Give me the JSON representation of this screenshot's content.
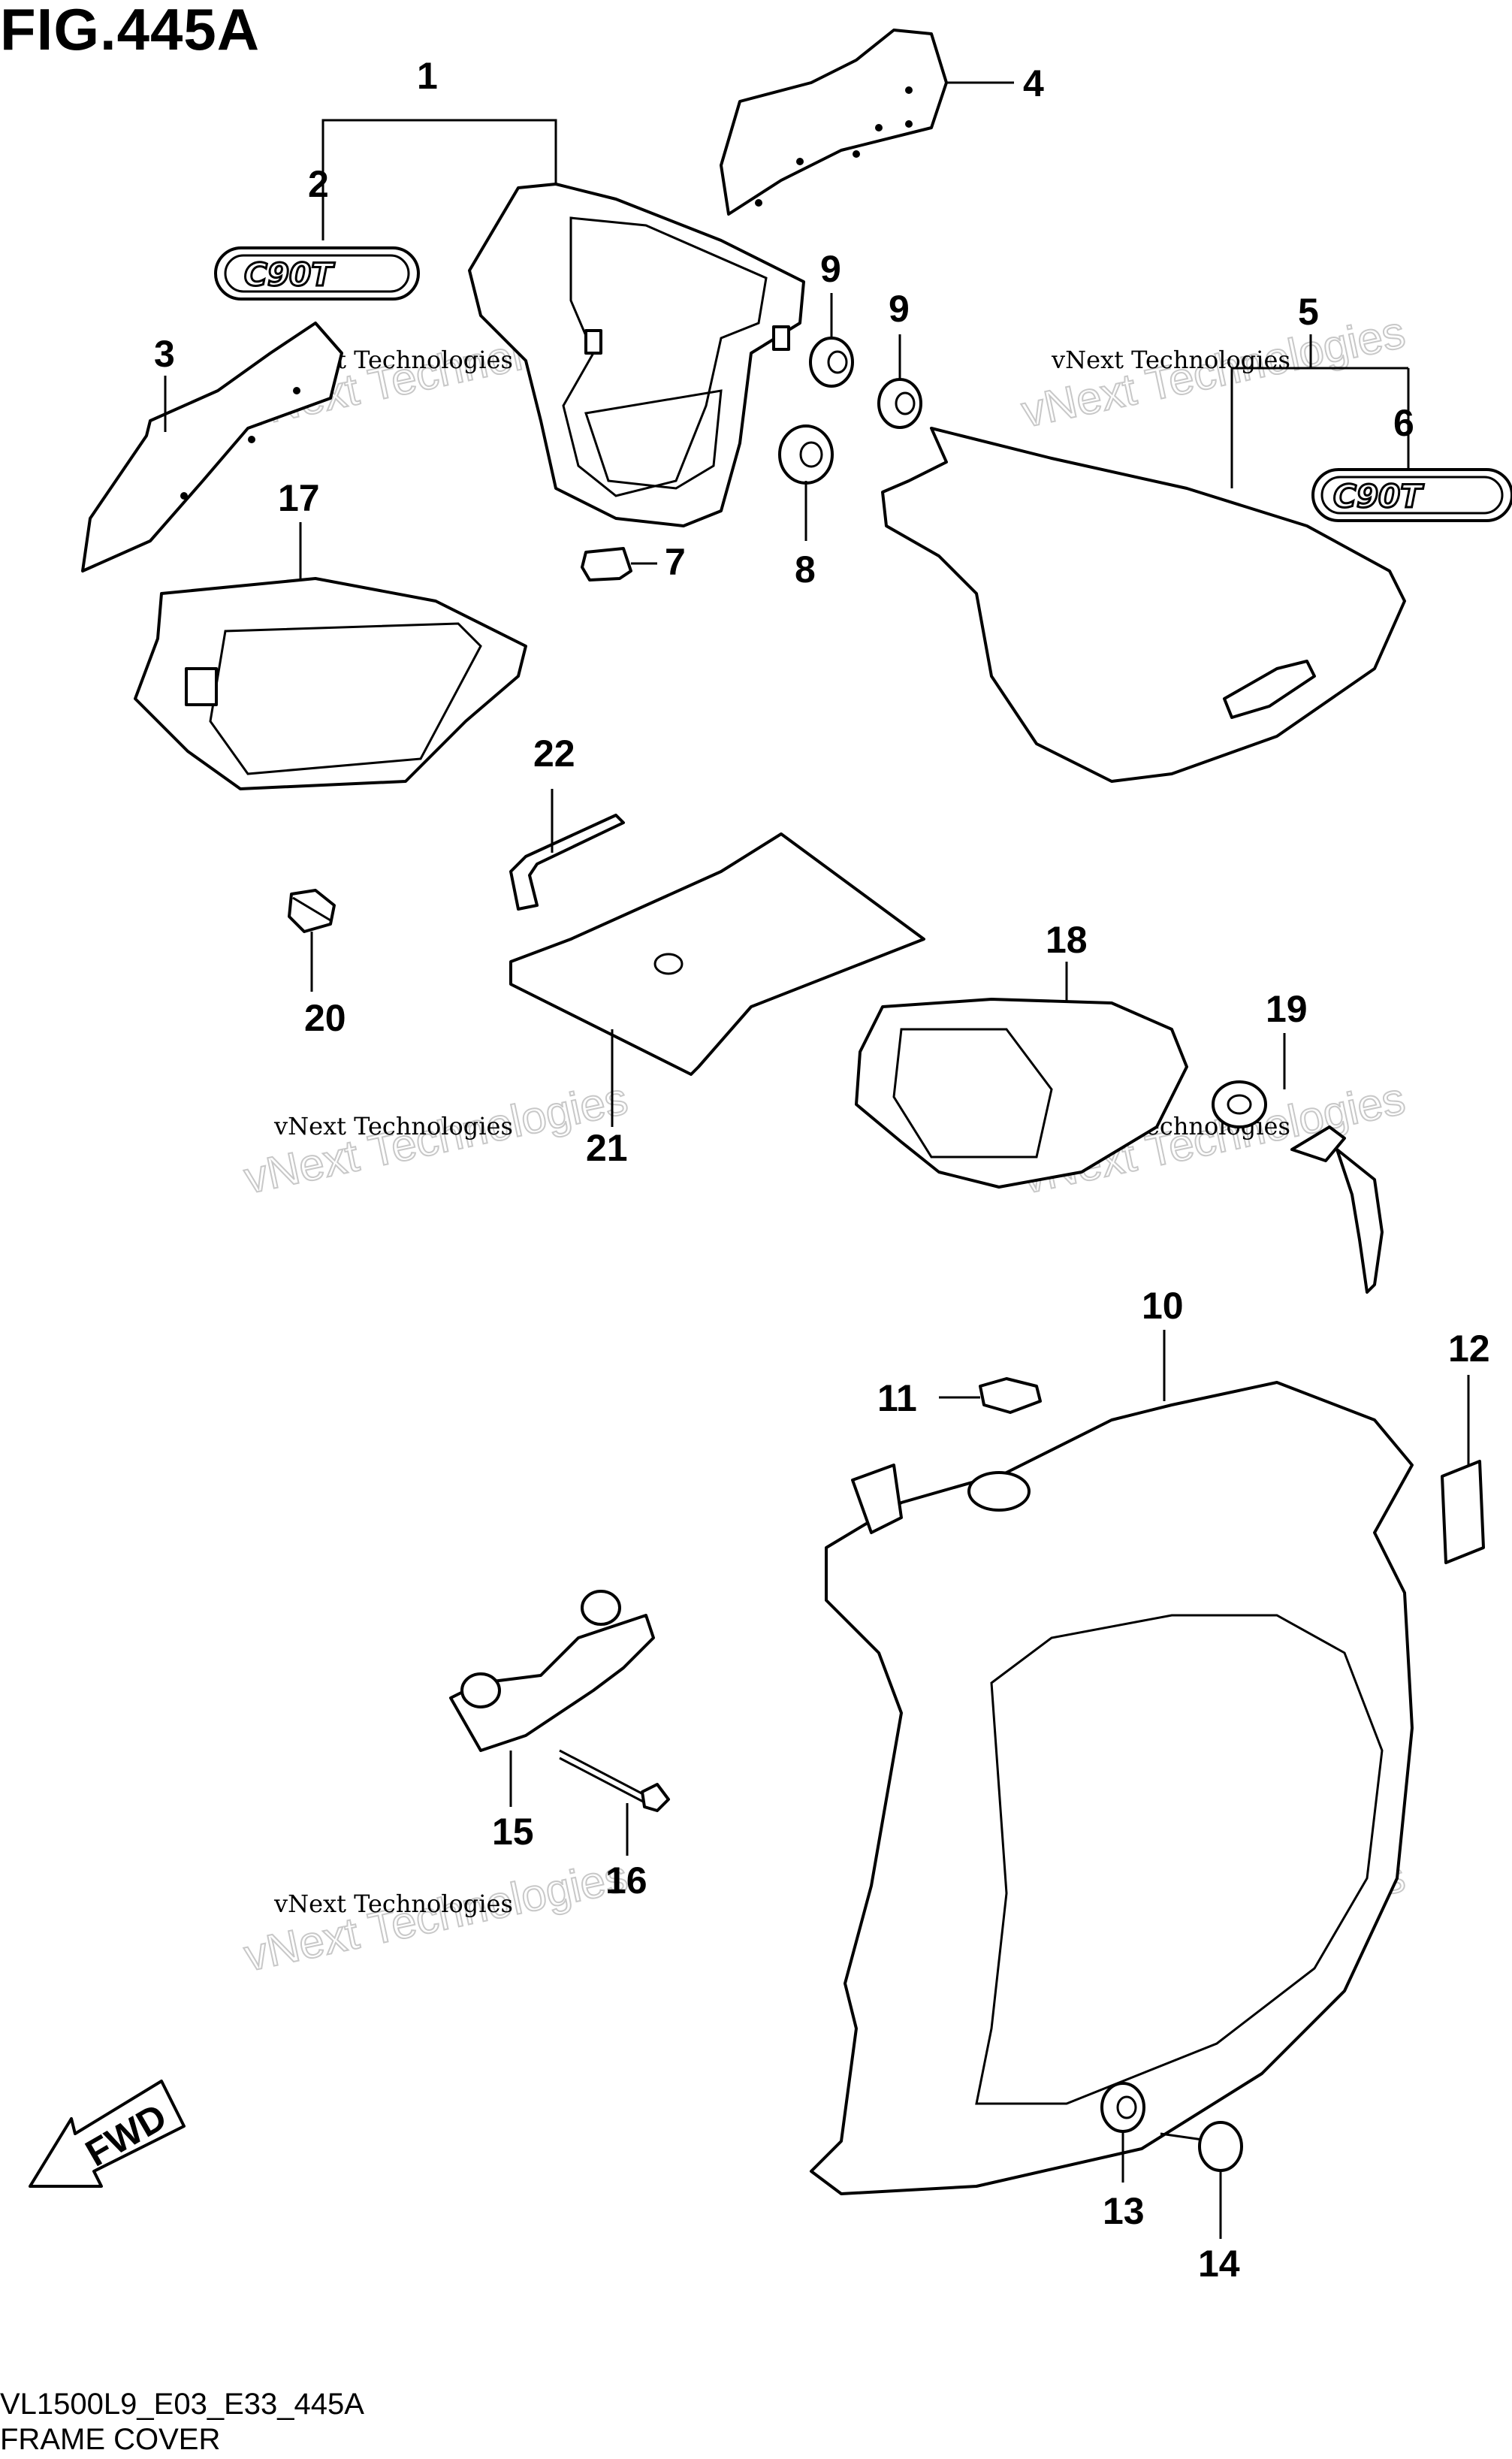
{
  "header": {
    "figure_title": "FIG.445A"
  },
  "footer": {
    "model_code": "VL1500L9_E03_E33_445A",
    "caption": "FRAME COVER"
  },
  "emblem": {
    "text": "C90T"
  },
  "fwd_arrow": {
    "label": "FWD"
  },
  "watermark": {
    "line1": "vNext Technologies",
    "line2": "vNext Technologies"
  },
  "callouts": [
    {
      "id": "1",
      "label": "1"
    },
    {
      "id": "2",
      "label": "2"
    },
    {
      "id": "3",
      "label": "3"
    },
    {
      "id": "4",
      "label": "4"
    },
    {
      "id": "5",
      "label": "5"
    },
    {
      "id": "6",
      "label": "6"
    },
    {
      "id": "7",
      "label": "7"
    },
    {
      "id": "8",
      "label": "8"
    },
    {
      "id": "9a",
      "label": "9"
    },
    {
      "id": "9b",
      "label": "9"
    },
    {
      "id": "10",
      "label": "10"
    },
    {
      "id": "11",
      "label": "11"
    },
    {
      "id": "12",
      "label": "12"
    },
    {
      "id": "13",
      "label": "13"
    },
    {
      "id": "14",
      "label": "14"
    },
    {
      "id": "15",
      "label": "15"
    },
    {
      "id": "16",
      "label": "16"
    },
    {
      "id": "17",
      "label": "17"
    },
    {
      "id": "18",
      "label": "18"
    },
    {
      "id": "19",
      "label": "19"
    },
    {
      "id": "20",
      "label": "20"
    },
    {
      "id": "21",
      "label": "21"
    },
    {
      "id": "22",
      "label": "22"
    }
  ],
  "colors": {
    "ink": "#000000",
    "paper": "#ffffff",
    "watermark": "#c8c8c8"
  }
}
